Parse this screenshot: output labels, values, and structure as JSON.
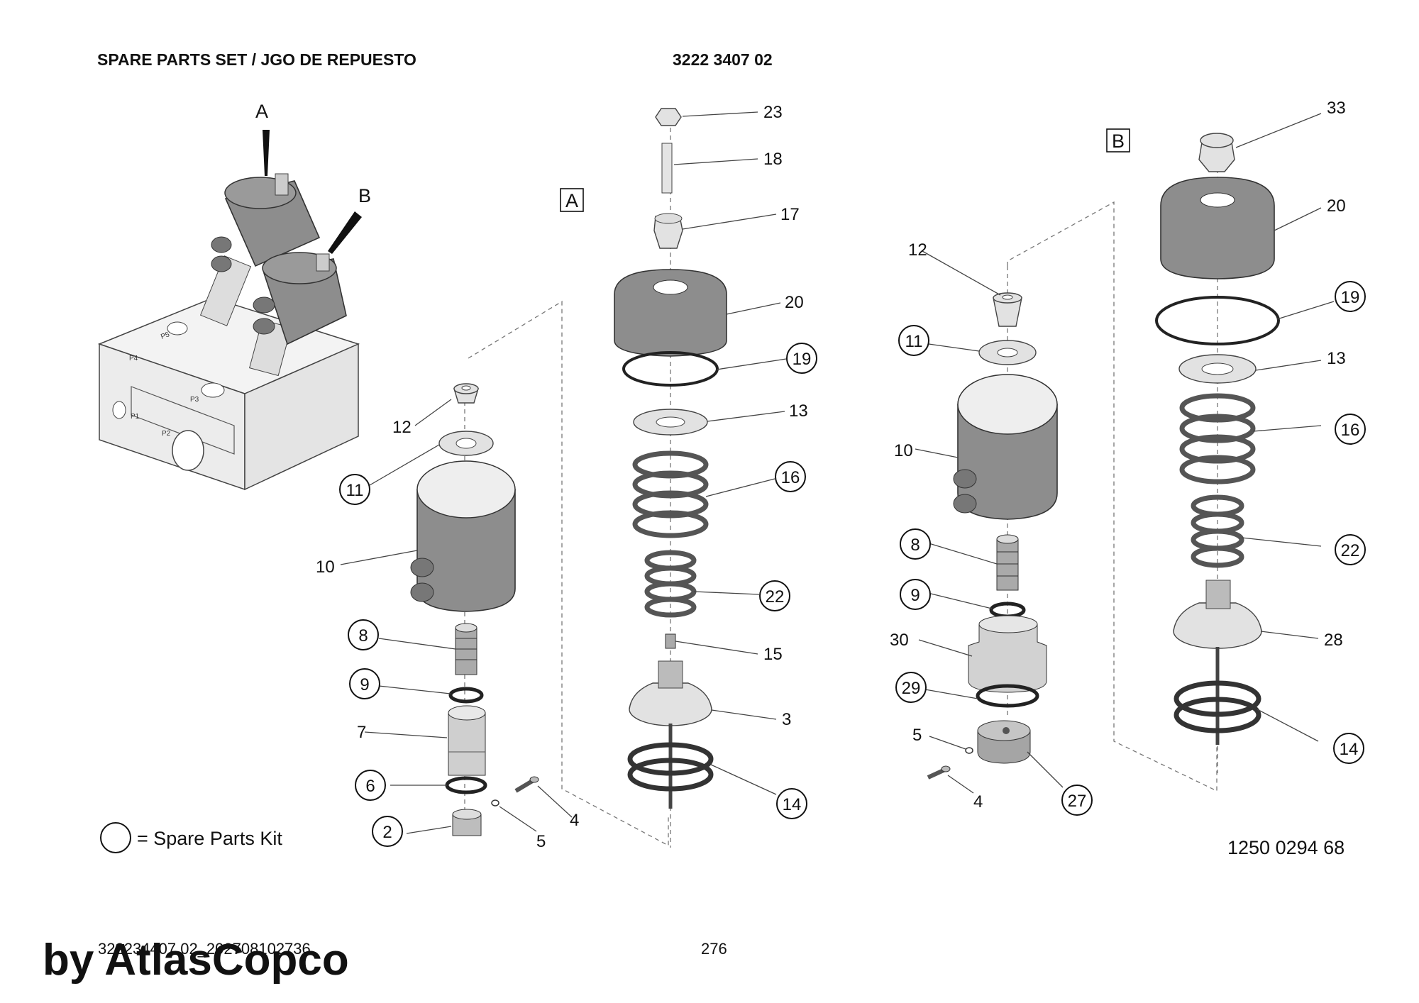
{
  "header": {
    "title": "SPARE PARTS SET / JGO DE REPUESTO",
    "set_number": "3222 3407 02"
  },
  "views": {
    "overview_a": "A",
    "overview_b": "B",
    "box_a": "A",
    "box_b": "B"
  },
  "legend": {
    "text": "= Spare Parts Kit"
  },
  "port_markings": [
    "P5",
    "P4",
    "P3",
    "P1",
    "P2"
  ],
  "callouts_a": [
    "23",
    "18",
    "17",
    "20",
    "19",
    "13",
    "16",
    "22",
    "15",
    "3",
    "14",
    "12",
    "11",
    "10",
    "8",
    "9",
    "7",
    "6",
    "2",
    "4",
    "5"
  ],
  "callouts_b": [
    "33",
    "20",
    "19",
    "13",
    "16",
    "22",
    "28",
    "14",
    "12",
    "11",
    "10",
    "8",
    "9",
    "30",
    "29",
    "5",
    "4",
    "27"
  ],
  "drawing_number": "1250 0294 68",
  "footer": {
    "doc_id": "322234407 02_202708102736",
    "page": "276",
    "watermark": "by AtlasCopco"
  }
}
